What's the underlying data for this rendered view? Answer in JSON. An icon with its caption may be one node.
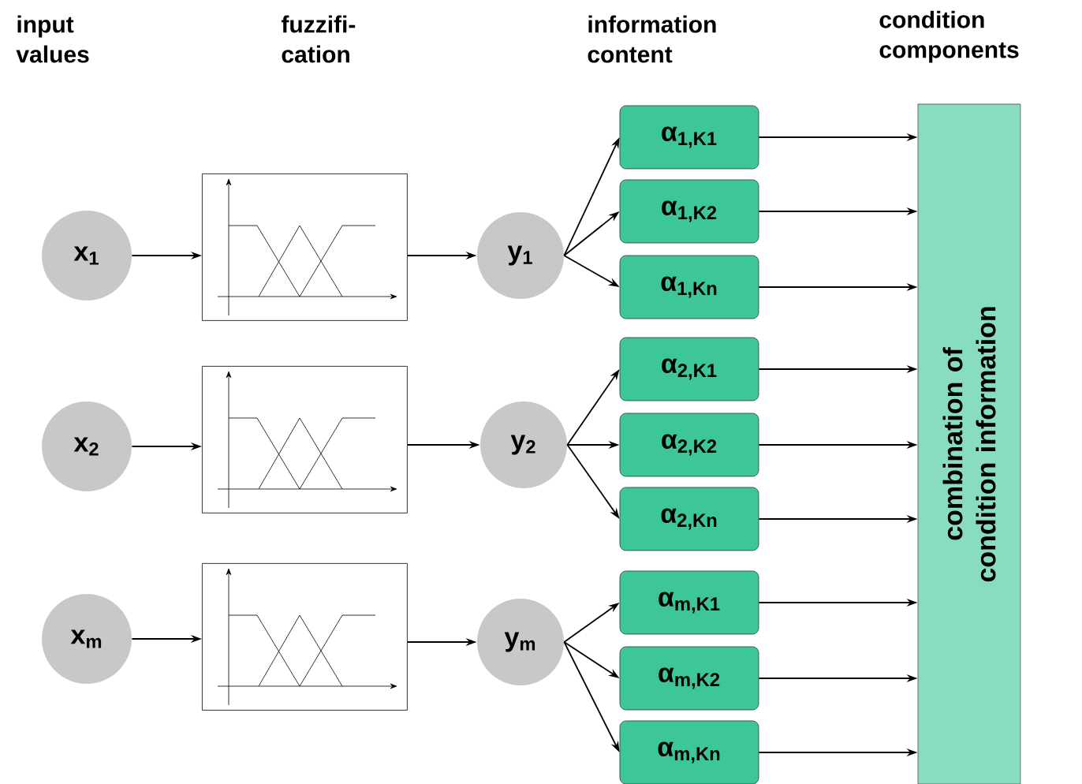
{
  "diagram": {
    "nodes": [
      {
        "text": [
          "x$_{1}$"
        ]
      },
      {
        "text": [],
        "shape": "picture"
      },
      {
        "text": [
          "y$_{1}$"
        ]
      },
      {
        "text": [
          "x$_{2}$"
        ]
      },
      {
        "text": [],
        "shape": "picture"
      },
      {
        "text": [
          "y$_{2}$"
        ]
      },
      {
        "text": [
          "x$_{m}$"
        ]
      },
      {
        "text": [],
        "shape": "picture"
      },
      {
        "text": [
          "y$_{m}$"
        ]
      },
      {
        "text": [
          "α$_{1,K1}$"
        ]
      },
      {
        "text": [
          "α$_{1,K2}$"
        ]
      },
      {
        "text": [
          "α$_{1,Kn}$"
        ]
      },
      {
        "text": [
          "α$_{2,K1}$"
        ]
      },
      {
        "text": [
          "α$_{2,K2}$"
        ]
      },
      {
        "text": [
          "α$_{2,Kn}$"
        ]
      },
      {
        "text": [
          "α$_{m,K1}$"
        ]
      },
      {
        "text": [
          "α$_{m,K2}$"
        ]
      },
      {
        "text": [
          "α$_{m,Kn}$"
        ]
      },
      {
        "text": [
          "combination of condition information"
        ]
      }
    ],
    "edges": [
      {
        "from": 0,
        "to": 1,
        "arrow": "to"
      },
      {
        "from": 1,
        "to": 2,
        "arrow": "to"
      },
      {
        "from": 3,
        "to": 4,
        "arrow": "to"
      },
      {
        "from": 4,
        "to": 5,
        "arrow": "to"
      },
      {
        "from": 6,
        "to": 7,
        "arrow": "to"
      },
      {
        "from": 7,
        "to": 8,
        "arrow": "to"
      },
      {
        "from": 2,
        "to": 9,
        "arrow": "to"
      },
      {
        "from": 2,
        "to": 10,
        "arrow": "to"
      },
      {
        "from": 2,
        "to": 11,
        "arrow": "to"
      },
      {
        "from": 5,
        "to": 12,
        "arrow": "to"
      },
      {
        "from": 5,
        "to": 13,
        "arrow": "to"
      },
      {
        "from": 5,
        "to": 14,
        "arrow": "to"
      },
      {
        "from": 8,
        "to": 15,
        "arrow": "to"
      },
      {
        "from": 8,
        "to": 16,
        "arrow": "to"
      },
      {
        "from": 8,
        "to": 17,
        "arrow": "to"
      },
      {
        "from": 9,
        "to": 18,
        "arrow": "to"
      },
      {
        "from": 10,
        "to": 18,
        "arrow": "to"
      },
      {
        "from": 11,
        "to": 18,
        "arrow": "to"
      },
      {
        "from": 12,
        "to": 18,
        "arrow": "to"
      },
      {
        "from": 13,
        "to": 18,
        "arrow": "to"
      },
      {
        "from": 14,
        "to": 18,
        "arrow": "to"
      },
      {
        "from": 15,
        "to": 18,
        "arrow": "to"
      },
      {
        "from": 16,
        "to": 18,
        "arrow": "to"
      },
      {
        "from": 17,
        "to": 18,
        "arrow": "to"
      }
    ],
    "labels": [
      "input values",
      "fuzzifi- cation",
      "information content",
      "condition components"
    ]
  }
}
